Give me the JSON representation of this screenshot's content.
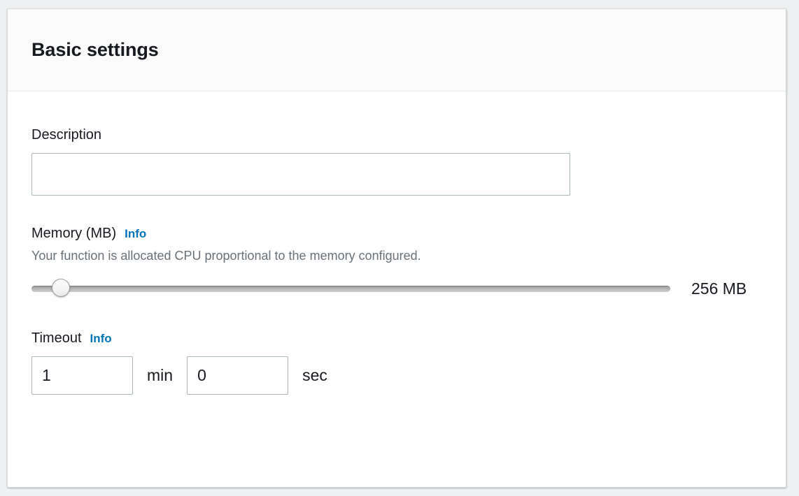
{
  "panel": {
    "title": "Basic settings"
  },
  "description_field": {
    "label": "Description",
    "value": "",
    "placeholder": ""
  },
  "memory_field": {
    "label": "Memory (MB)",
    "info_label": "Info",
    "help_text": "Your function is allocated CPU proportional to the memory configured.",
    "value_label": "256 MB",
    "slider": {
      "value": 256,
      "min": 128,
      "max": 3008,
      "percent": 4.6
    }
  },
  "timeout_field": {
    "label": "Timeout",
    "info_label": "Info",
    "minutes_value": "1",
    "minutes_unit": "min",
    "seconds_value": "0",
    "seconds_unit": "sec"
  },
  "colors": {
    "accent_link": "#0073bb",
    "text_primary": "#16191f",
    "text_secondary": "#687078",
    "border_input": "#aab7b8",
    "panel_header_bg": "#fafafa",
    "page_bg": "#eef0f2"
  }
}
